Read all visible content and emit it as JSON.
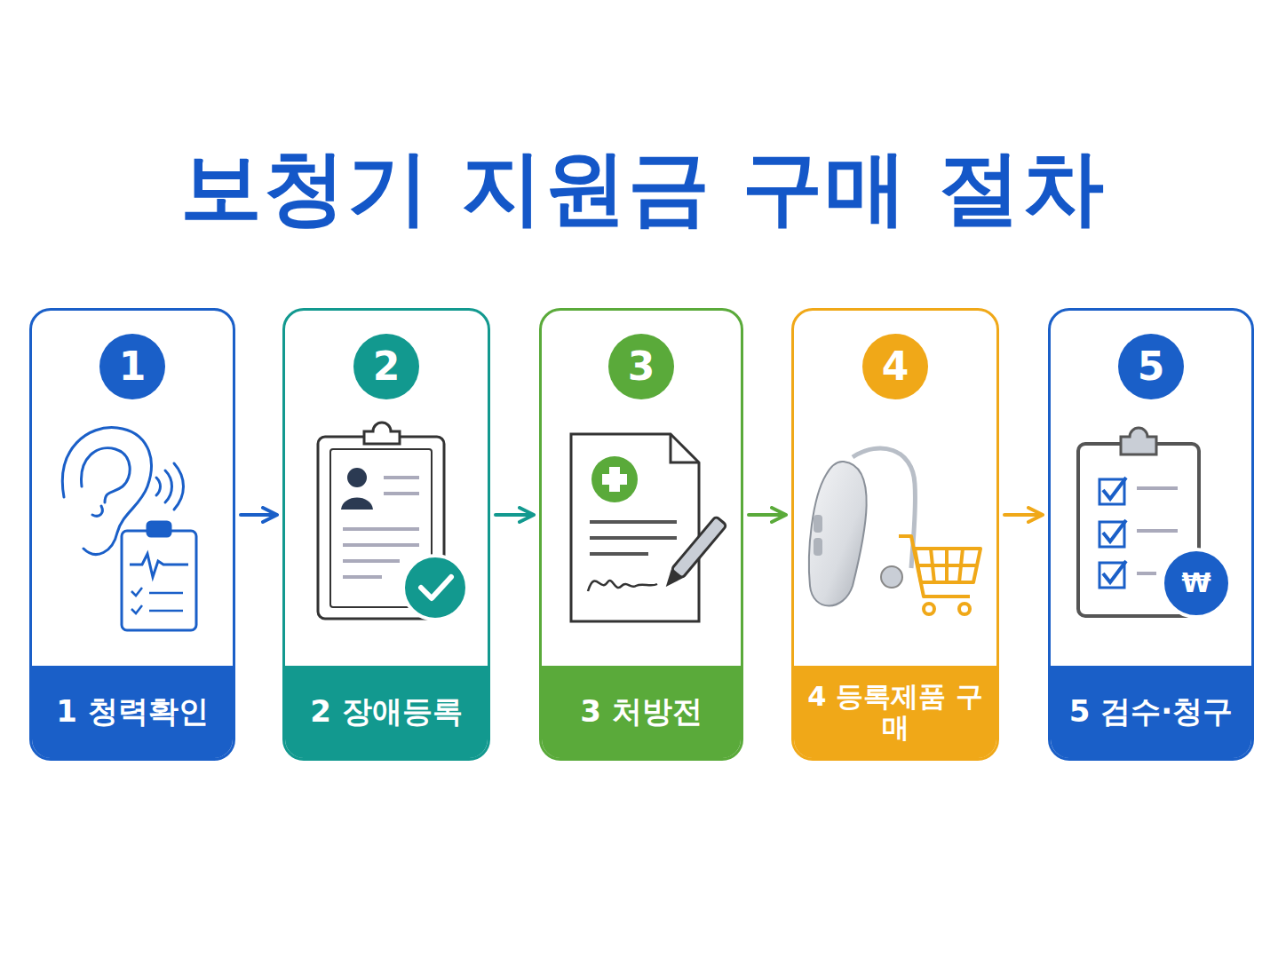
{
  "diagram": {
    "title": "보청기 지원금 구매 절차",
    "nodes": [
      {
        "text": [
          "1",
          "1 청력확인"
        ]
      },
      {
        "text": [
          "2",
          "2 장애등록"
        ]
      },
      {
        "text": [
          "3",
          "3 처방전"
        ]
      },
      {
        "text": [
          "4",
          "4 등록제품 구매"
        ]
      },
      {
        "text": [
          "5",
          "5 검수·청구"
        ]
      }
    ],
    "edges": [
      {
        "from": 0,
        "to": 1,
        "arrow": "to"
      },
      {
        "from": 1,
        "to": 2,
        "arrow": "to"
      },
      {
        "from": 2,
        "to": 3,
        "arrow": "to"
      },
      {
        "from": 3,
        "to": 4,
        "arrow": "to"
      }
    ],
    "labels": [
      "₩"
    ]
  }
}
